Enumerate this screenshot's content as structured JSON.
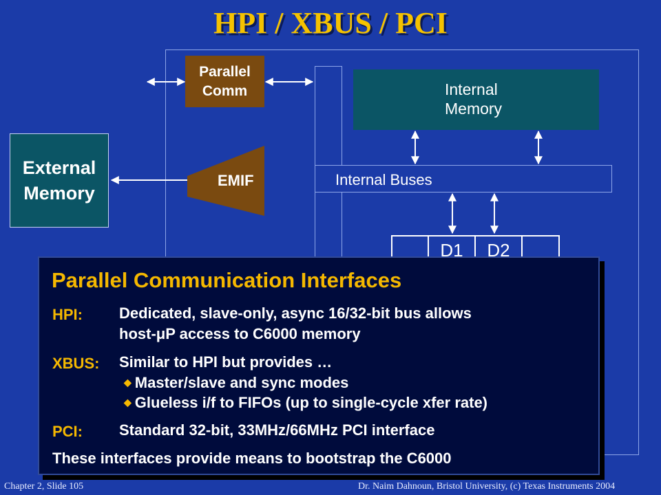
{
  "slide": {
    "title": "HPI / XBUS / PCI",
    "footer_left": "Chapter 2, Slide 105",
    "footer_right": "Dr. Naim Dahnoun, Bristol University,  (c) Texas Instruments 2004"
  },
  "diagram": {
    "parallel_comm": [
      "Parallel",
      "Comm"
    ],
    "internal_memory": [
      "Internal",
      "Memory"
    ],
    "internal_buses": "Internal Buses",
    "external_memory": [
      "External",
      "Memory"
    ],
    "emif": "EMIF",
    "units": [
      "",
      "D1",
      "D2",
      ""
    ]
  },
  "popup": {
    "title": "Parallel Communication Interfaces",
    "hpi": {
      "key": "HPI:",
      "line1": "Dedicated, slave-only, async 16/32-bit bus allows",
      "line2": "host-μP access to C6000 memory"
    },
    "xbus": {
      "key": "XBUS:",
      "line1": "Similar to HPI but provides …",
      "bullets": [
        "Master/slave and sync modes",
        "Glueless i/f to FIFOs (up to single-cycle xfer rate)"
      ]
    },
    "pci": {
      "key": "PCI:",
      "line1": "Standard 32-bit, 33MHz/66MHz PCI interface"
    },
    "closing": "These interfaces provide means to bootstrap the C6000"
  },
  "colors": {
    "background": "#1b3ba8",
    "title": "#f5c200",
    "accent": "#f5b800",
    "peripheral": "#7a4a10",
    "memory": "#0b5565",
    "popup": "#000b3c"
  }
}
